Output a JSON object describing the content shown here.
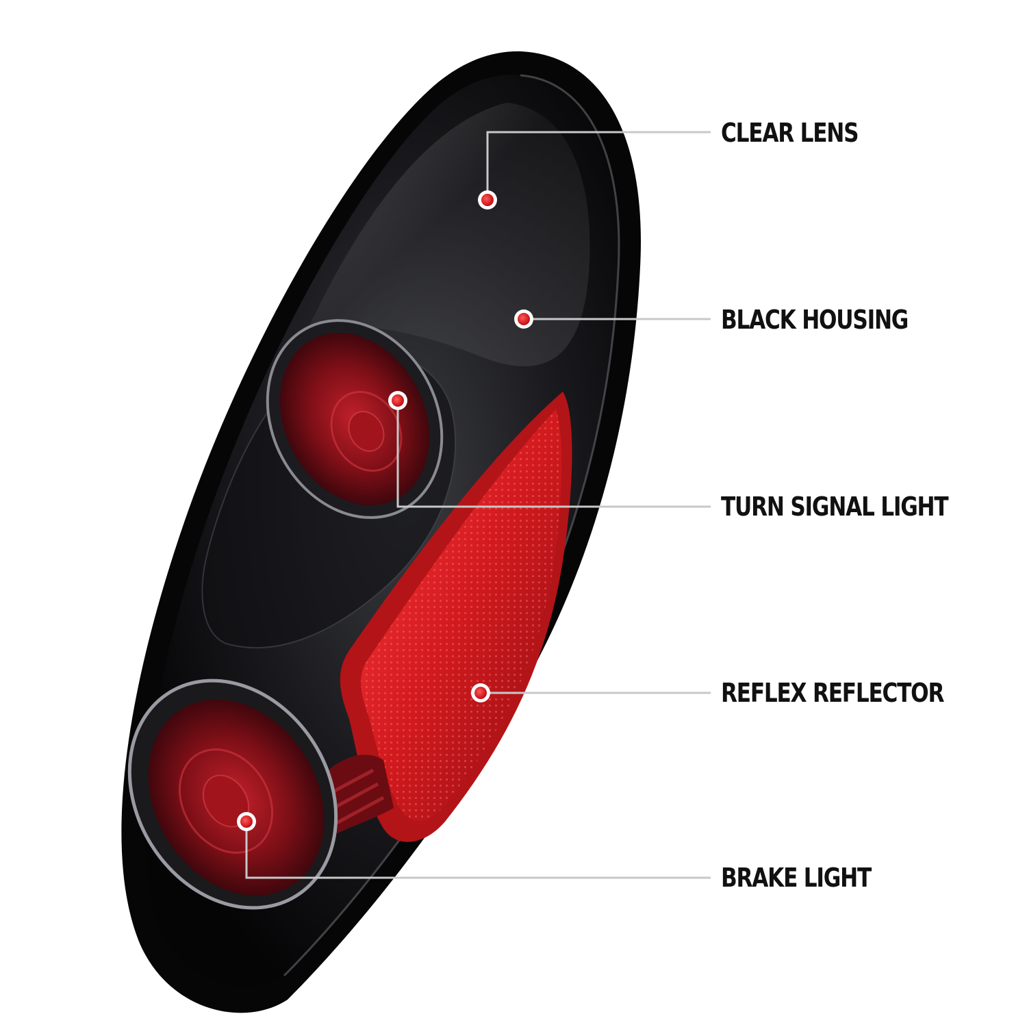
{
  "callouts": [
    {
      "id": "clear-lens",
      "label": "CLEAR LENS"
    },
    {
      "id": "black-housing",
      "label": "BLACK HOUSING"
    },
    {
      "id": "turn-signal-light",
      "label": "TURN SIGNAL LIGHT"
    },
    {
      "id": "reflex-reflector",
      "label": "REFLEX REFLECTOR"
    },
    {
      "id": "brake-light",
      "label": "BRAKE LIGHT"
    }
  ],
  "colors": {
    "background": "#ffffff",
    "housing": "#0d0d0f",
    "reflector": "#d11a1e",
    "lamp_red": "#7a0d14",
    "marker": "#e0161c",
    "leader_line": "#c8c8c8",
    "label_text": "#111111"
  }
}
